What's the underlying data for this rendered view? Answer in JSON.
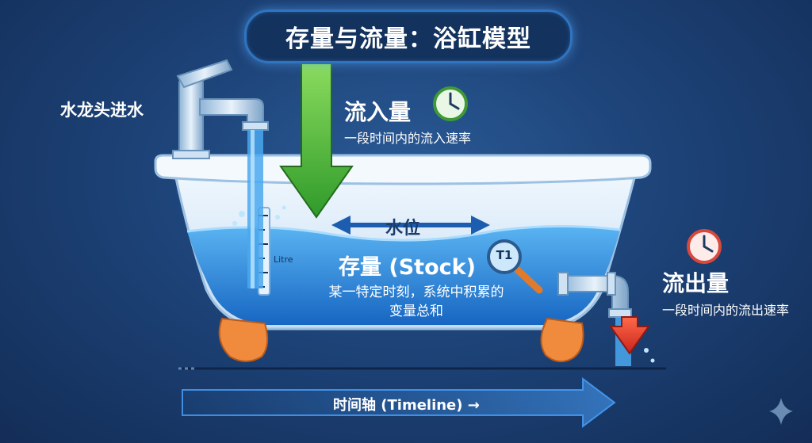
{
  "title": "存量与流量：浴缸模型",
  "faucet": {
    "label": "水龙头进水"
  },
  "inflow": {
    "title": "流入量",
    "description": "一段时间内的流入速率",
    "icon": "clock-icon"
  },
  "water_level": {
    "label": "水位"
  },
  "stock": {
    "title": "存量 (Stock)",
    "description": "某一特定时刻，系统中积累的变量总和"
  },
  "gauge": {
    "unit_label": "Litre"
  },
  "magnifier": {
    "label": "T1",
    "icon": "magnifier-icon"
  },
  "outflow": {
    "title": "流出量",
    "description": "一段时间内的流出速率",
    "icon": "clock-icon"
  },
  "timeline": {
    "label": "时间轴 (Timeline) →"
  },
  "colors": {
    "background": "#1d4378",
    "inflow_arrow": "#43b533",
    "outflow_arrow": "#e0382c",
    "water": "#2f8fe0",
    "tub": "#e8f2fb",
    "feet": "#f08a3c"
  }
}
